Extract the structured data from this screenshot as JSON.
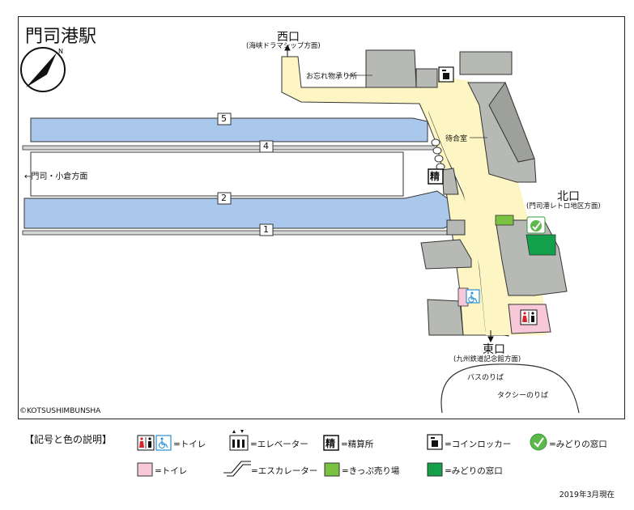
{
  "title": "門司港駅",
  "exits": {
    "west": {
      "name": "西口",
      "sub": "(海峡ドラマシップ方面)"
    },
    "north": {
      "name": "北口",
      "sub": "(門司港レトロ地区方面)"
    },
    "east": {
      "name": "東口",
      "sub": "(九州鉄道記念館方面)"
    }
  },
  "platforms": [
    "5",
    "4",
    "2",
    "1"
  ],
  "labels": {
    "lost_found": "お忘れ物承り所",
    "waiting_room": "待合室",
    "direction": "←門司・小倉方面",
    "bus_stop": "バスのりば",
    "taxi_stop": "タクシーのりば",
    "fare_mark": "精"
  },
  "copyright": "©KOTSUSHIMBUNSHA",
  "legend": {
    "title": "【記号と色の説明】",
    "toilet": "=トイレ",
    "elevator": "=エレベーター",
    "fare_adjust": "=精算所",
    "coin_locker": "=コインロッカー",
    "midori_icon": "=みどりの窓口",
    "toilet_color": "=トイレ",
    "escalator": "=エスカレーター",
    "ticket_machine": "=きっぷ売り場",
    "midori_color": "=みどりの窓口"
  },
  "colors": {
    "track": "#a9c8ec",
    "concourse": "#fdf6c4",
    "building": "#b7b9b5",
    "ticket_machine": "#7cc242",
    "midori_office": "#12a04a",
    "toilet_area": "#f7c8d8",
    "toilet_red": "#d9232a",
    "accessible_blue": "#2a8fd0"
  },
  "date": "2019年3月現在"
}
